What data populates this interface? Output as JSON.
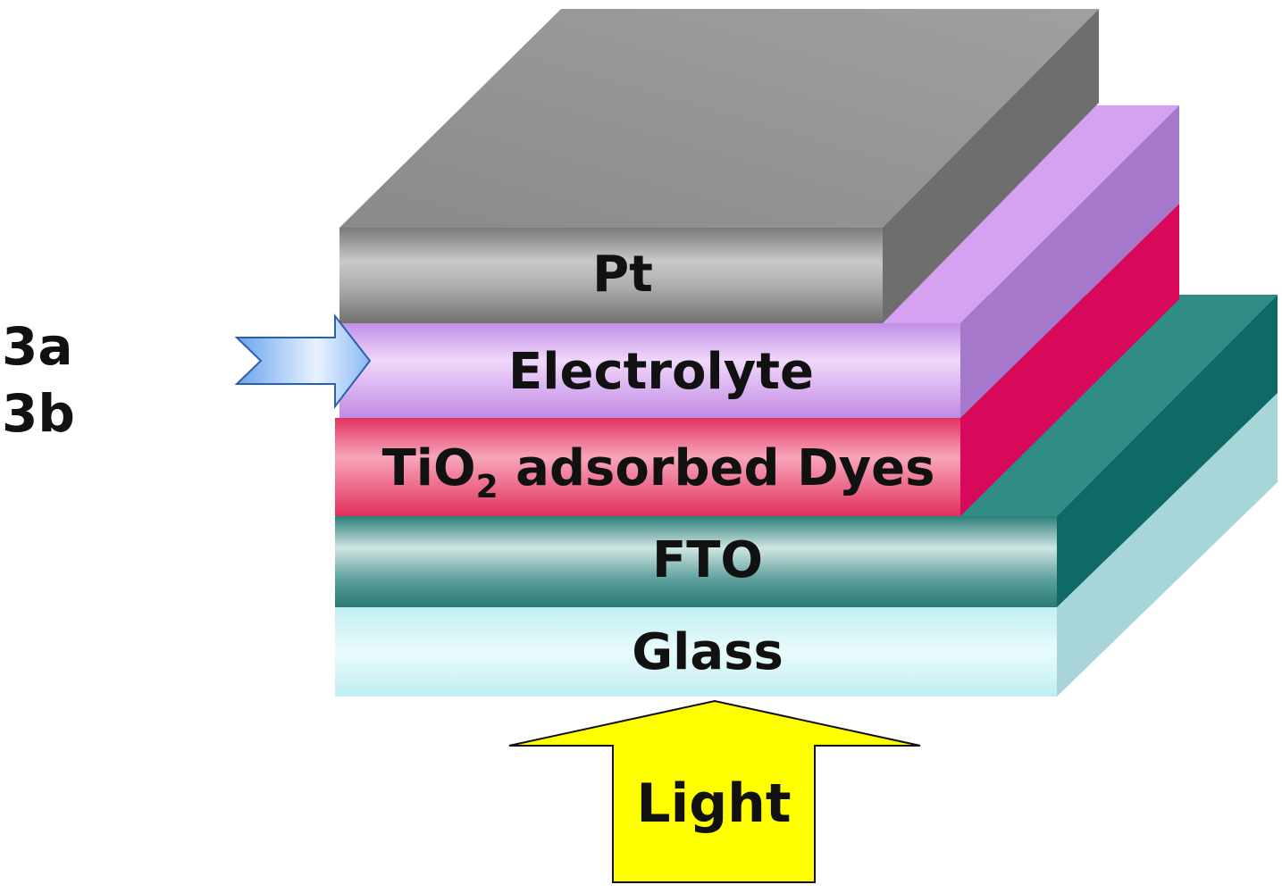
{
  "diagram": {
    "layers": {
      "pt": {
        "label": "Pt",
        "color": "#8c8c8c"
      },
      "electrolyte": {
        "label": "Electrolyte",
        "color": "#d7a6f0"
      },
      "tio2": {
        "label_main": "TiO",
        "label_sub": "2",
        "label_rest": " adsorbed Dyes",
        "color": "#e8305f"
      },
      "fto": {
        "label": "FTO",
        "color": "#2f8a85"
      },
      "glass": {
        "label": "Glass",
        "color": "#c7f1f4"
      }
    },
    "side_labels": [
      "3a",
      "3b"
    ],
    "light": {
      "label": "Light",
      "color": "#ffff00"
    },
    "inlet_arrow_color": "#7fb3f0"
  }
}
